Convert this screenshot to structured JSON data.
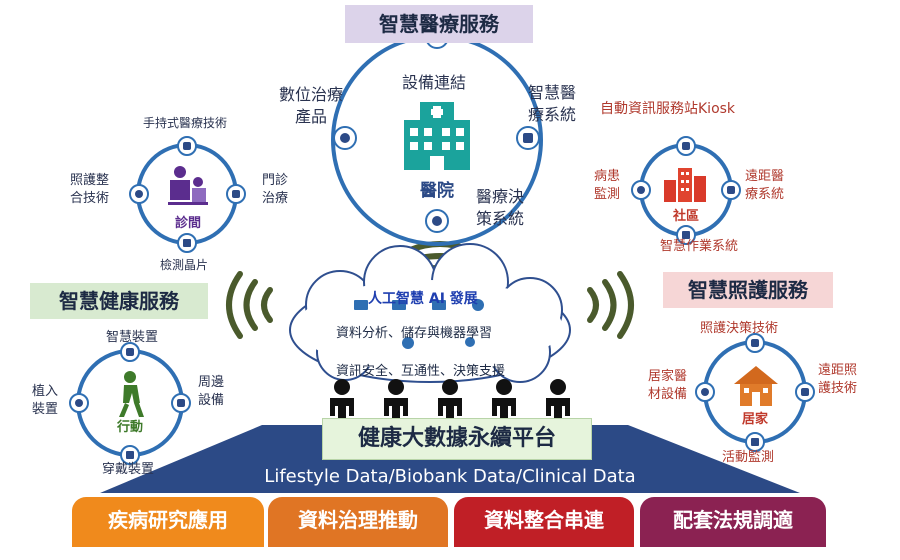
{
  "medical": {
    "header": "智慧醫療服務",
    "center": "醫院",
    "nodes": {
      "device": "設備連結",
      "digital": [
        "數位治療",
        "產品"
      ],
      "system": [
        "智慧醫",
        "療系統"
      ],
      "decision": [
        "醫療決",
        "策系統"
      ]
    }
  },
  "clinic": {
    "center": "診間",
    "nodes": {
      "handheld": "手持式醫療技術",
      "care": [
        "照護整",
        "合技術"
      ],
      "outpatient": [
        "門診",
        "治療"
      ],
      "chip": "檢測晶片"
    }
  },
  "community": {
    "center": "社區",
    "nodes": {
      "kiosk": "自動資訊服務站Kiosk",
      "monitor": [
        "病患",
        "監測"
      ],
      "remote": [
        "遠距醫",
        "療系統"
      ],
      "ops": "智慧作業系統"
    }
  },
  "health": {
    "header": "智慧健康服務",
    "center": "行動",
    "nodes": {
      "device": "智慧裝置",
      "implant": [
        "植入",
        "裝置"
      ],
      "peripheral": [
        "周邊",
        "設備"
      ],
      "wearable": "穿戴裝置"
    }
  },
  "care": {
    "header": "智慧照護服務",
    "center": "居家",
    "nodes": {
      "decision": "照護決策技術",
      "equip": [
        "居家醫",
        "材設備"
      ],
      "remote": [
        "遠距照",
        "護技術"
      ],
      "activity": "活動監測"
    }
  },
  "ai": {
    "title": "人工智慧 AI 發展",
    "line1": "資料分析、儲存與機器學習",
    "line2": "資訊安全、互通性、決策支援"
  },
  "platform": {
    "title": "健康大數據永續平台",
    "data": "Lifestyle Data/Biobank Data/Clinical Data"
  },
  "footer": [
    {
      "label": "疾病研究應用",
      "color": "#f08a1c"
    },
    {
      "label": "資料治理推動",
      "color": "#e07524"
    },
    {
      "label": "資料整合串連",
      "color": "#c01f26"
    },
    {
      "label": "配套法規調適",
      "color": "#8b2252"
    }
  ],
  "colors": {
    "ring": "#2f6fb3",
    "teal": "#1ba39c",
    "navy": "#2c4a86",
    "lavender": "#dcd3ea",
    "green_header": "#d8ead0",
    "pink_header": "#f6d6d6",
    "platform_title_bg": "#e6f4dc"
  }
}
